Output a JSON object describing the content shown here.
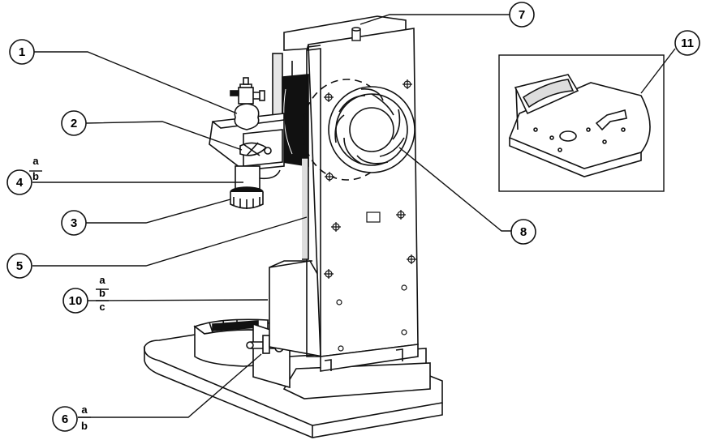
{
  "callouts": {
    "c1": "1",
    "c2": "2",
    "c3": "3",
    "c4": "4",
    "c4a": "a",
    "c4b": "b",
    "c5": "5",
    "c6": "6",
    "c6a": "a",
    "c6b": "b",
    "c7": "7",
    "c8": "8",
    "c10": "10",
    "c10a": "a",
    "c10b": "b",
    "c10c": "c",
    "c11": "11"
  },
  "colors": {
    "stroke": "#111111",
    "fill": "#ffffff",
    "shade": "#d9d9d9"
  }
}
